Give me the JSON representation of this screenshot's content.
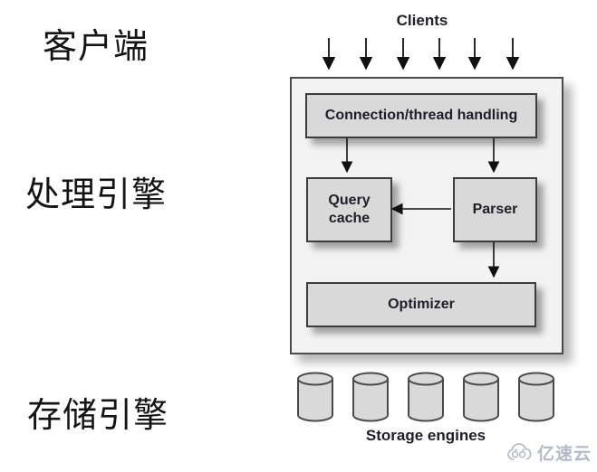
{
  "side_labels": {
    "clients_zh": "客户端",
    "processing_engine_zh": "处理引擎",
    "storage_engine_zh": "存储引擎"
  },
  "diagram": {
    "clients_label": "Clients",
    "connection_box": "Connection/thread handling",
    "query_cache_box": "Query cache",
    "parser_box": "Parser",
    "optimizer_box": "Optimizer",
    "storage_engines_label": "Storage engines",
    "client_arrow_count": 6,
    "storage_cylinder_count": 5
  },
  "watermark": {
    "text": "亿速云"
  },
  "colors": {
    "outer_box_fill": "#f3f3f3",
    "node_box_fill": "#d9d9d9",
    "box_border": "#3c3c3c",
    "diagram_text": "#1e1e28",
    "arrow": "#111111",
    "watermark": "#b3bac6",
    "page_background": "#ffffff"
  }
}
